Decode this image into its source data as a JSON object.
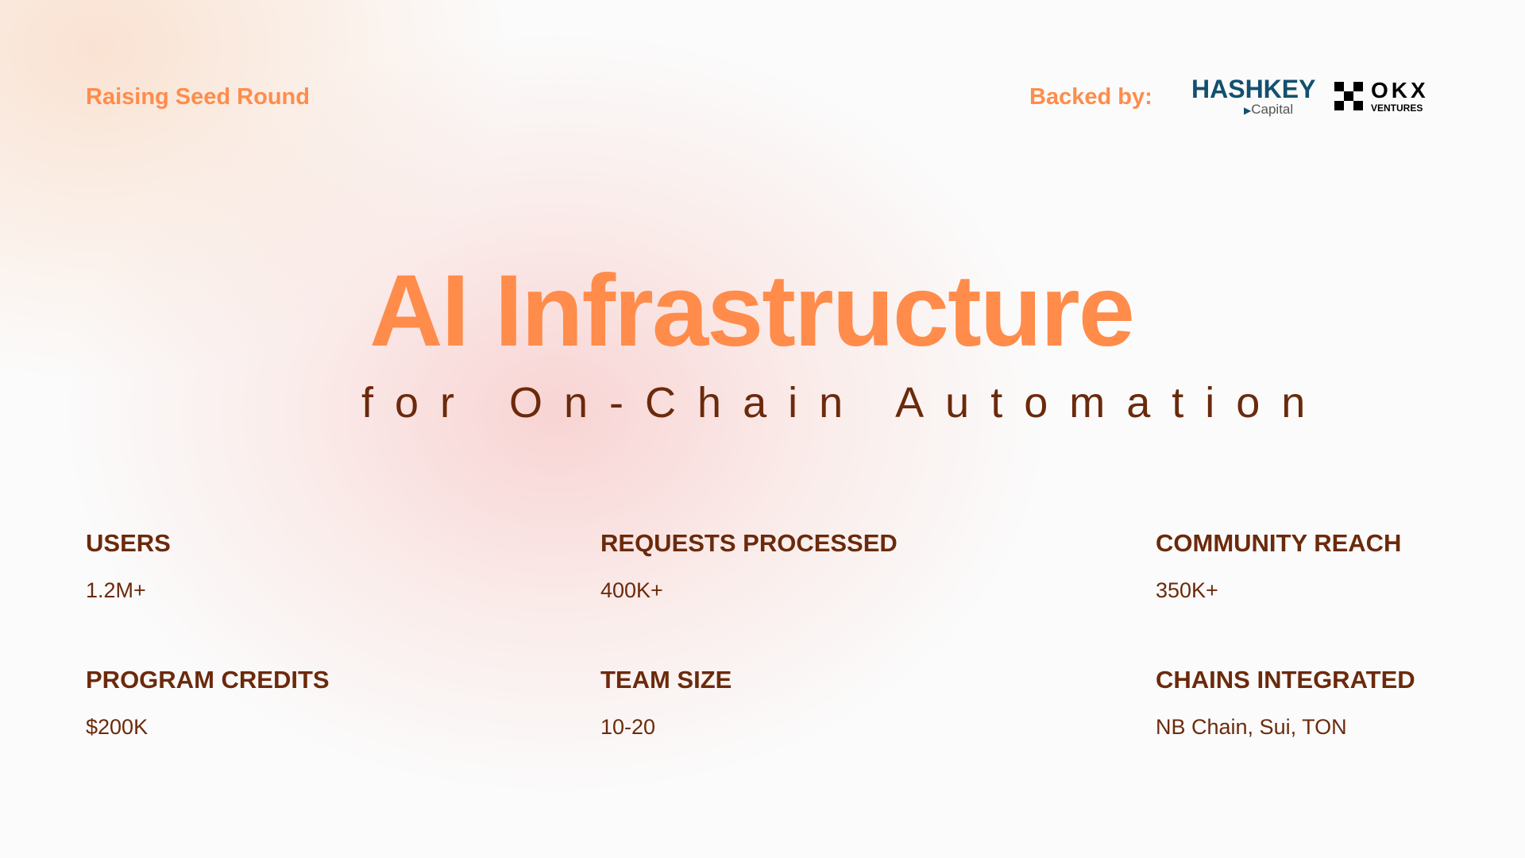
{
  "header": {
    "status": "Raising Seed Round",
    "backed_label": "Backed by:",
    "backers": [
      {
        "name": "HASHKEY",
        "sub": "Capital"
      },
      {
        "name": "OKX",
        "sub": "VENTURES"
      }
    ]
  },
  "hero": {
    "title": "AI Infrastructure",
    "subtitle": "for On-Chain Automation"
  },
  "stats": [
    {
      "label": "USERS",
      "value": "1.2M+"
    },
    {
      "label": "REQUESTS PROCESSED",
      "value": "400K+"
    },
    {
      "label": "COMMUNITY REACH",
      "value": "350K+"
    },
    {
      "label": "PROGRAM CREDITS",
      "value": "$200K"
    },
    {
      "label": "TEAM SIZE",
      "value": "10-20"
    },
    {
      "label": "CHAINS INTEGRATED",
      "value": "NB Chain, Sui, TON"
    }
  ],
  "colors": {
    "accent": "#ff8c4b",
    "text": "#6b2a0c",
    "hashkey": "#13506f"
  }
}
